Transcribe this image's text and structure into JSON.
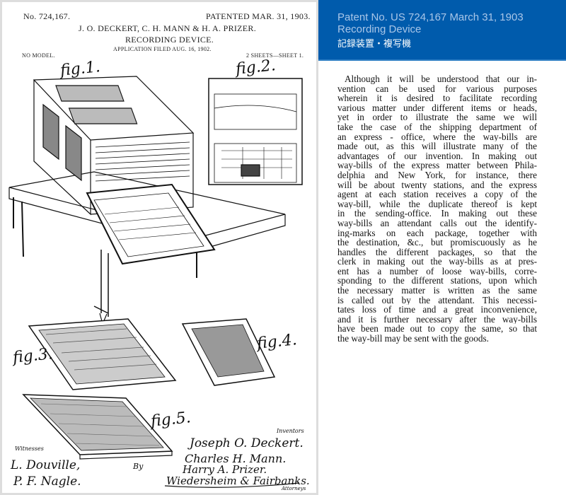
{
  "banner": {
    "title_line1": "Patent No. US 724,167 March 31, 1903",
    "title_line2": "Recording Device",
    "title_japanese": "記録装置・複写機"
  },
  "sheet": {
    "patent_no": "No. 724,167.",
    "patented": "PATENTED MAR. 31, 1903.",
    "inventors_header": "J. O. DECKERT, C. H. MANN & H. A. PRIZER.",
    "title": "RECORDING DEVICE.",
    "application": "APPLICATION FILED AUG. 16, 1902.",
    "no_model": "NO MODEL.",
    "sheets": "2 SHEETS—SHEET 1.",
    "fig1": "fig.1.",
    "fig2": "fig.2.",
    "fig3": "fig.3.",
    "fig4": "fig.4.",
    "fig5": "fig.5.",
    "witnesses_label": "Witnesses",
    "witness1": "L. Douville,",
    "witness2": "P. F. Nagle.",
    "inventors_label": "Inventors",
    "inventor1": "Joseph O. Deckert.",
    "inventor2": "Charles H. Mann.",
    "inventor3": "Harry A. Prizer.",
    "by": "By",
    "attorneys_sig": "Wiedersheim & Fairbanks.",
    "attorneys_label": "Attorneys"
  },
  "description": {
    "lines": [
      "Although it will be understood that our in-",
      "vention can be used for various purposes",
      "wherein it is desired to facilitate recording",
      "various matter under different items or heads,",
      "yet in order to illustrate the same we will",
      "take the case of the shipping department of",
      "an express - office, where the way-bills are",
      "made out, as this will illustrate many of the",
      "advantages of our invention.   In making out",
      "way-bills of the express matter between Phila-",
      "delphia and New York, for instance, there",
      "will be about twenty stations, and the express",
      "agent at each station receives a copy of the",
      "way-bill, while the duplicate thereof is kept",
      "in the sending-office.   In making out these",
      "way-bills an attendant calls out the identify-",
      "ing-marks on each package, together with",
      "the destination, &c., but promiscuously as he",
      "handles the different packages, so that the",
      "clerk in making out the way-bills as at pres-",
      "ent has a number of loose way-bills, corre-",
      "sponding to the different stations, upon which",
      "the necessary matter is written as the same",
      "is called out by the attendant.   This necessi-",
      "tates loss of time and a great inconvenience,",
      "and it is further necessary after the way-bills",
      "have been made out to copy the same, so that",
      "the way-bill may be sent with the goods."
    ]
  }
}
